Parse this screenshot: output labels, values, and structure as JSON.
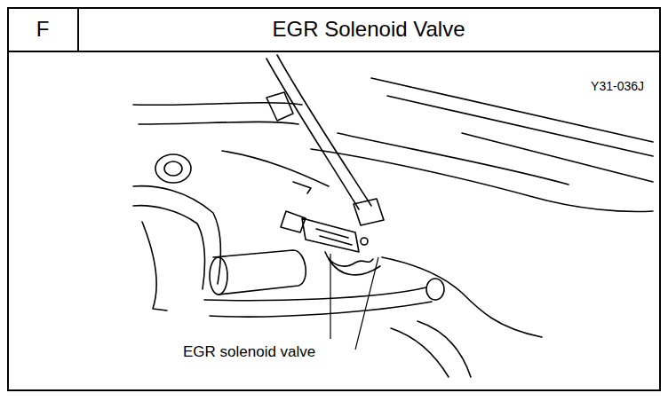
{
  "diagram": {
    "title": "EGR Solenoid Valve",
    "labels": [
      "F",
      "Y31-036J",
      "EGR solenoid valve"
    ]
  }
}
